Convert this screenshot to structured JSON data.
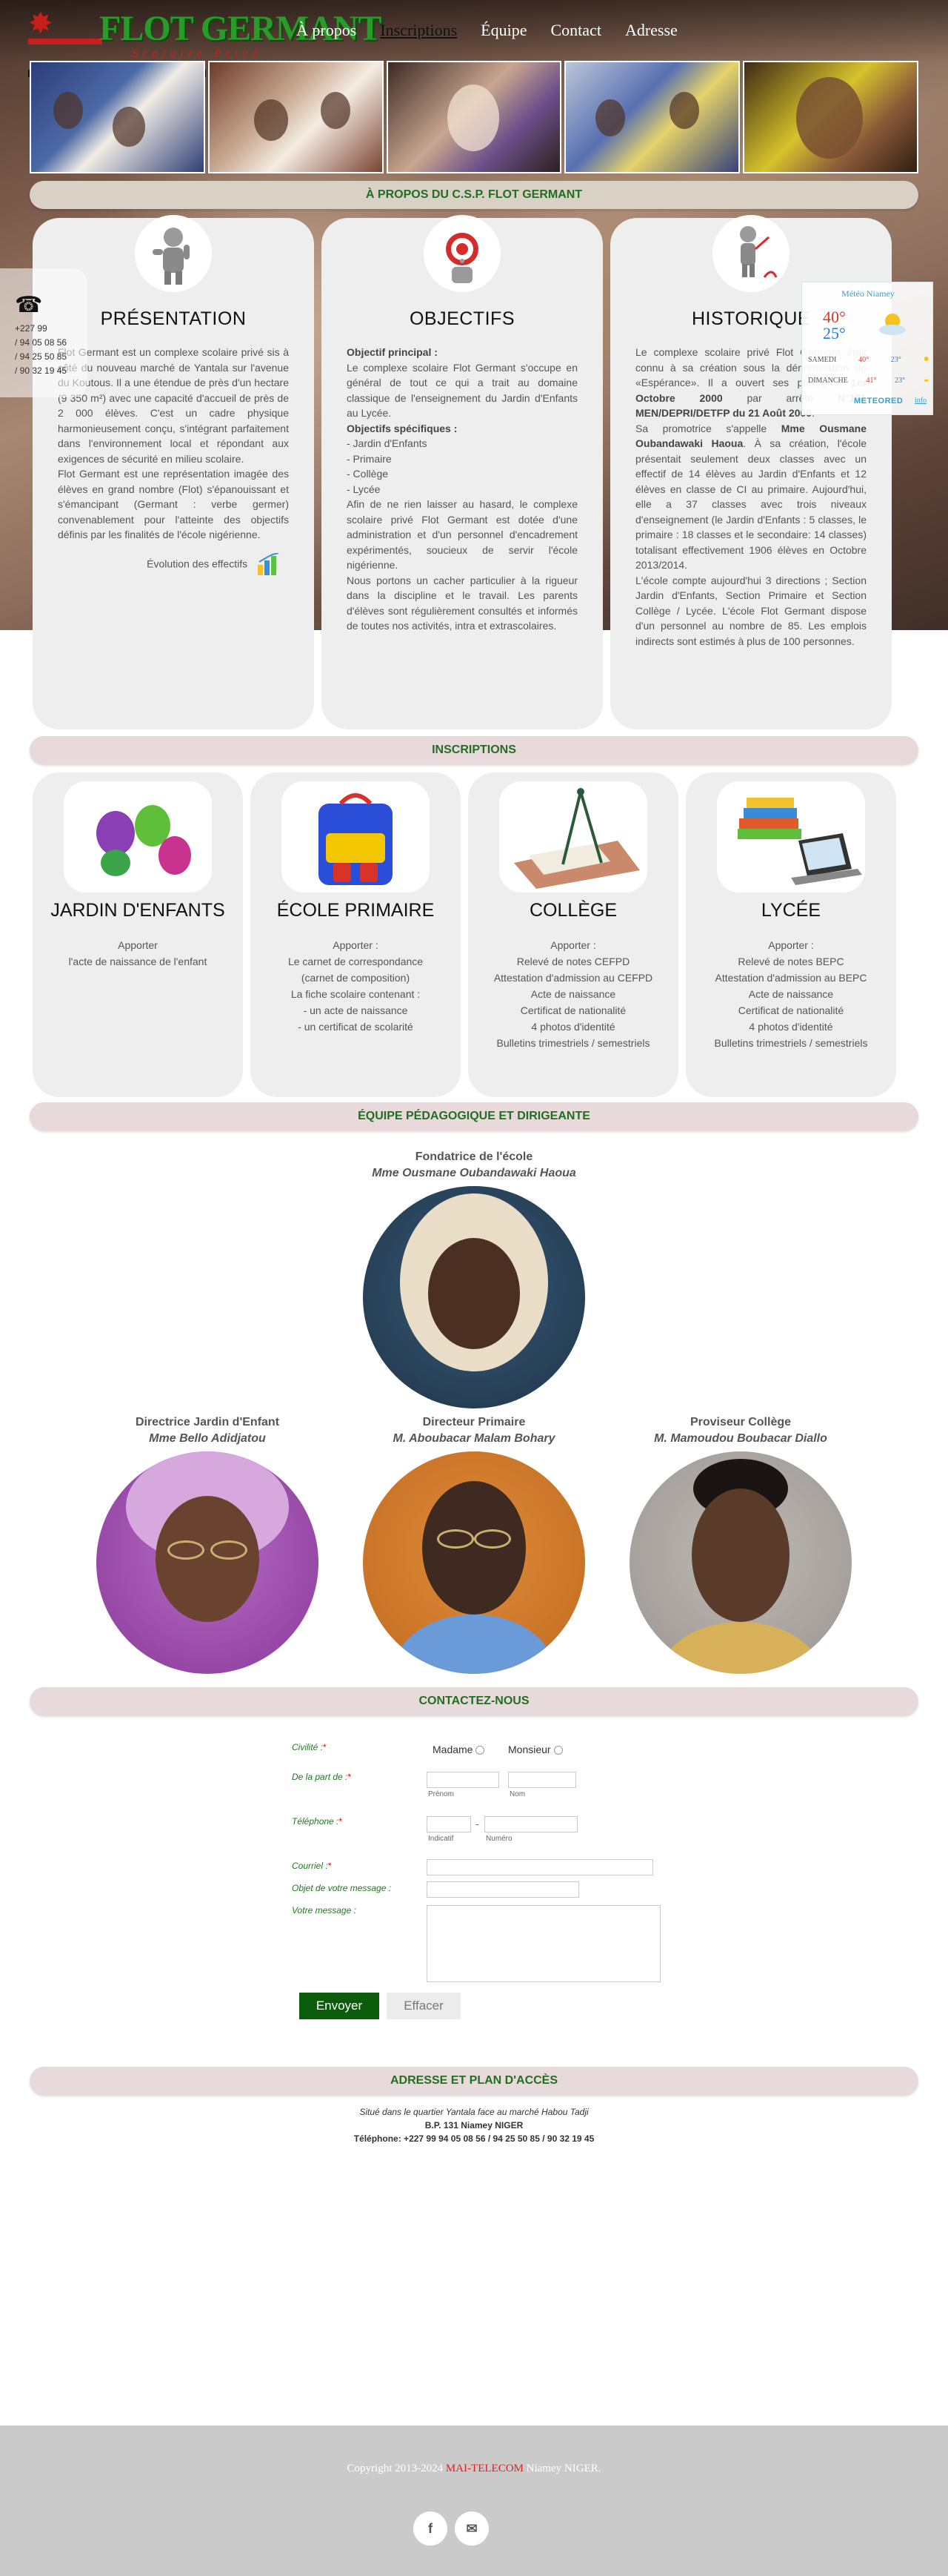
{
  "header": {
    "logo_name": "FLOT GERMANT",
    "logo_tagline": "Scolaire Privé",
    "nav": [
      "À propos",
      "Inscriptions",
      "Équipe",
      "Contact",
      "Adresse"
    ]
  },
  "phone": {
    "lines": [
      "+227 99",
      "/ 94 05 08 56",
      "/ 94 25 50 85",
      "/ 90 32 19 45"
    ]
  },
  "weather": {
    "city": "Météo Niamey",
    "high": "40°",
    "low": "25°",
    "rows": [
      {
        "day": "SAMEDI",
        "hi": "40°",
        "lo": "23°"
      },
      {
        "day": "DIMANCHE",
        "hi": "41°",
        "lo": "23°"
      }
    ],
    "brand": "METEORED",
    "brand_link": "info"
  },
  "about": {
    "title": "À PROPOS DU C.S.P. FLOT GERMANT",
    "presentation": {
      "title": "PRÉSENTATION",
      "paragraphs": [
        "Flot Germant est un complexe scolaire privé sis à côté du nouveau marché de Yantala sur l'avenue du Koutous. Il a une étendue de près d'un hectare (9 350 m²) avec une capacité d'accueil de près de 2 000 élèves. C'est un cadre physique harmonieusement conçu, s'intégrant parfaitement dans l'environnement local et répondant aux exigences de sécurité en milieu scolaire.",
        "Flot Germant est une représentation imagée des élèves en grand nombre (Flot) s'épanouissant et s'émancipant (Germant : verbe germer) convenablement pour l'atteinte des objectifs définis par les finalités de l'école nigérienne."
      ],
      "evolution": "Évolution des effectifs"
    },
    "objectifs": {
      "title": "OBJECTIFS",
      "principal_label": "Objectif principal :",
      "principal_text": "Le complexe scolaire Flot Germant s'occupe en général de tout ce qui a trait au domaine classique de l'enseignement du Jardin d'Enfants au Lycée.",
      "specific_label": "Objectifs spécifiques :",
      "specific_items": [
        "- Jardin d'Enfants",
        "- Primaire",
        "- Collège",
        "- Lycée"
      ],
      "paragraphs": [
        "Afin de ne rien laisser au hasard, le complexe scolaire privé Flot Germant est dotée d'une administration et d'un personnel d'encadrement expérimentés, soucieux de servir l'école nigérienne.",
        "Nous portons un cacher particulier à la rigueur dans la discipline et le travail. Les parents d'élèves sont régulièrement consultés et informés de toutes nos activités, intra et extrascolaires."
      ]
    },
    "historique": {
      "title": "HISTORIQUE",
      "p1_a": "Le complexe scolaire privé Flot Germant était connu à sa création sous la dénomination de «Espérance». Il a ouvert ses portes le ",
      "p1_b": "1er Octobre 2000",
      "p1_c": " par arrêté ",
      "p1_d": "N°181 MEN/DEPRI/DETFP du 21 Août 2000",
      "p1_e": ".",
      "p2_a": "Sa promotrice s'appelle ",
      "p2_b": "Mme Ousmane Oubandawaki Haoua",
      "p2_c": ". À sa création, l'école présentait seulement deux classes avec un effectif de 14 élèves au Jardin d'Enfants et 12 élèves en classe de CI au primaire. Aujourd'hui, elle a 37 classes avec trois niveaux d'enseignement (le Jardin d'Enfants : 5 classes, le primaire : 18 classes et le secondaire: 14 classes) totalisant effectivement 1906 élèves en Octobre 2013/2014.",
      "p3": "L'école compte aujourd'hui 3 directions ; Section Jardin d'Enfants, Section Primaire et Section Collège / Lycée. L'école Flot Germant dispose d'un personnel au nombre de 85. Les emplois indirects sont estimés à plus de 100 personnes."
    }
  },
  "inscriptions": {
    "title": "INSCRIPTIONS",
    "cards": [
      {
        "title": "JARDIN D'ENFANTS",
        "lines": [
          "Apporter",
          "l'acte de naissance de l'enfant"
        ]
      },
      {
        "title": "ÉCOLE PRIMAIRE",
        "lines": [
          "Apporter :",
          "Le carnet de correspondance (carnet de composition)",
          "La fiche scolaire contenant :",
          "- un acte de naissance",
          "- un certificat de scolarité"
        ]
      },
      {
        "title": "COLLÈGE",
        "lines": [
          "Apporter :",
          "Relevé de notes CEFPD",
          "Attestation d'admission au CEFPD",
          "Acte de naissance",
          "Certificat de nationalité",
          "4 photos d'identité",
          "Bulletins trimestriels / semestriels"
        ]
      },
      {
        "title": "LYCÉE",
        "lines": [
          "Apporter :",
          "Relevé de notes BEPC",
          "Attestation d'admission au BEPC",
          "Acte de naissance",
          "Certificat de nationalité",
          "4 photos d'identité",
          "Bulletins trimestriels / semestriels"
        ]
      }
    ]
  },
  "team": {
    "title": "ÉQUIPE PÉDAGOGIQUE ET DIRIGEANTE",
    "members": [
      {
        "role": "Fondatrice de l'école",
        "name": "Mme Ousmane Oubandawaki Haoua"
      },
      {
        "role": "Directrice Jardin d'Enfant",
        "name": "Mme Bello Adidjatou"
      },
      {
        "role": "Directeur Primaire",
        "name": "M. Aboubacar Malam Bohary"
      },
      {
        "role": "Proviseur Collège",
        "name": "M. Mamoudou Boubacar Diallo"
      }
    ]
  },
  "contact": {
    "title": "CONTACTEZ-NOUS",
    "civilite_label": "Civilité :",
    "madame": "Madame",
    "monsieur": "Monsieur",
    "from_label": "De la part de :",
    "prenom": "Prénom",
    "nom": "Nom",
    "phone_label": "Téléphone :",
    "indicatif": "Indicatif",
    "numero": "Numéro",
    "phone_sep": "-",
    "email_label": "Courriel :",
    "subject_label": "Objet de votre message :",
    "message_label": "Votre message :",
    "required": "*",
    "send": "Envoyer",
    "reset": "Effacer"
  },
  "address": {
    "title": "ADRESSE ET PLAN D'ACCÈS",
    "line1": "Situé dans le quartier Yantala face au marché Habou Tadji",
    "line2": "B.P. 131 Niamey NIGER",
    "line3": "Téléphone: +227 99 94 05 08 56 / 94 25 50 85 / 90 32 19 45"
  },
  "footer": {
    "copy_pre": "Copyright 2013-2024 ",
    "copy_link": "MAI-TELECOM",
    "copy_post": " Niamey NIGER.",
    "fb": "f",
    "mail": "✉"
  },
  "colors": {
    "accent_green": "#236e23",
    "button_green": "#0a5c0a",
    "bar_bg": "#e8dada",
    "logo_red": "#c7201a"
  },
  "icons": [
    "phone-icon",
    "sun-cloud-icon",
    "person-icon",
    "target-icon",
    "timeline-icon",
    "chart-icon",
    "facebook-icon",
    "mail-icon"
  ]
}
